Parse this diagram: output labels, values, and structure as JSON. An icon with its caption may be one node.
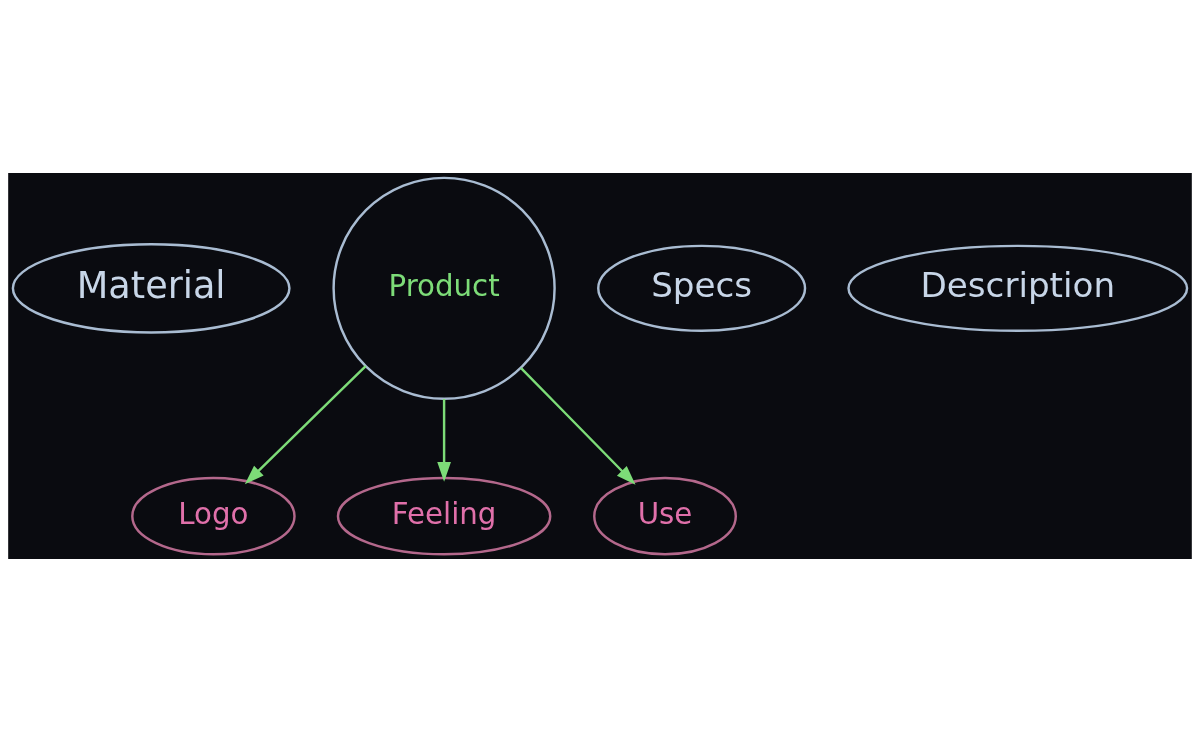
{
  "diagram": {
    "nodes": [
      {
        "text": [
          "Material"
        ]
      },
      {
        "text": [
          "Logo"
        ]
      },
      {
        "text": [
          "Feeling"
        ]
      },
      {
        "text": [
          "Product"
        ]
      },
      {
        "text": [
          "Specs"
        ]
      },
      {
        "text": [
          "Description"
        ]
      },
      {
        "text": [
          "Use"
        ]
      }
    ],
    "edges": [
      {
        "from": 3,
        "to": 1,
        "arrow": "to"
      },
      {
        "from": 3,
        "to": 2,
        "arrow": "to"
      },
      {
        "from": 3,
        "to": 6,
        "arrow": "to"
      }
    ]
  }
}
